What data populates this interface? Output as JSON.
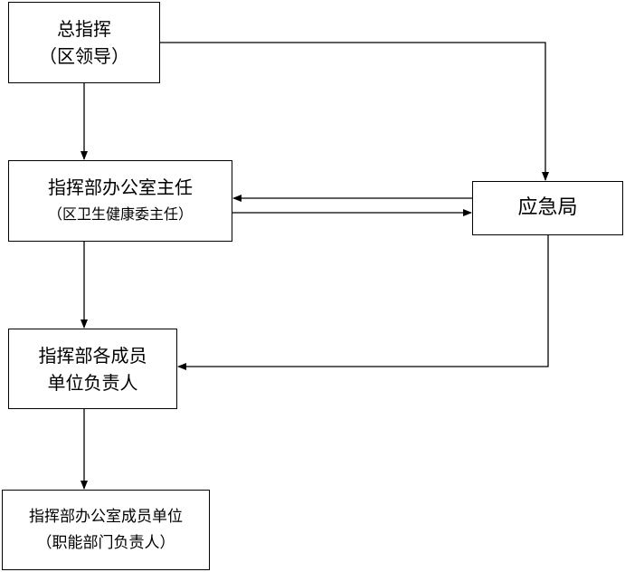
{
  "nodes": {
    "chief": {
      "line1": "总指挥",
      "line2": "（区领导）"
    },
    "director": {
      "line1": "指挥部办公室主任",
      "line2": "（区卫生健康委主任）"
    },
    "emergency": {
      "line1": "应急局"
    },
    "members": {
      "line1": "指挥部各成员",
      "line2": "单位负责人"
    },
    "office_units": {
      "line1": "指挥部办公室成员单位",
      "line2": "（职能部门负责人）"
    }
  }
}
